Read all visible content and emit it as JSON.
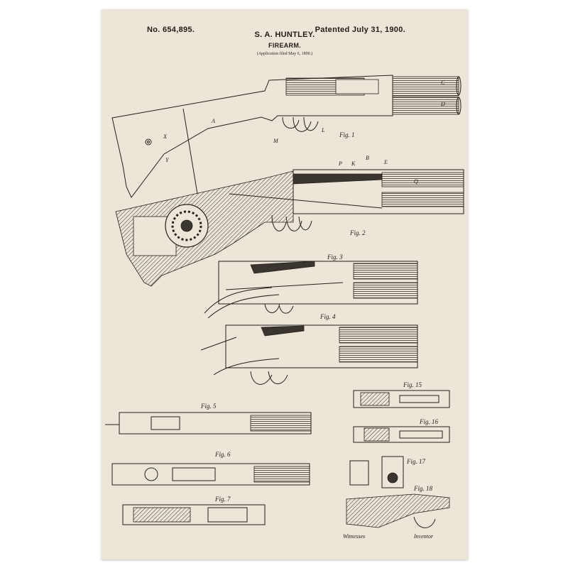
{
  "header": {
    "patent_number": "No. 654,895.",
    "patent_date": "Patented July 31, 1900.",
    "inventor": "S. A. HUNTLEY.",
    "title": "FIREARM.",
    "application_note": "(Application filed May 6, 1899.)"
  },
  "figures": {
    "fig1": "Fig. 1",
    "fig2": "Fig. 2",
    "fig3": "Fig. 3",
    "fig4": "Fig. 4",
    "fig5": "Fig. 5",
    "fig6": "Fig. 6",
    "fig7": "Fig. 7",
    "fig15": "Fig. 15",
    "fig16": "Fig. 16",
    "fig17": "Fig. 17",
    "fig18": "Fig. 18"
  },
  "part_labels": {
    "A": "A",
    "B": "B",
    "C": "C",
    "D": "D",
    "E": "E",
    "X": "X",
    "Y": "Y",
    "M": "M",
    "L": "L",
    "K": "K",
    "P": "P",
    "Q": "Q"
  },
  "signature": {
    "witnesses": "Witnesses",
    "inventor": "Inventor"
  },
  "colors": {
    "paper": "#ece5d8",
    "ink": "#24211c"
  }
}
